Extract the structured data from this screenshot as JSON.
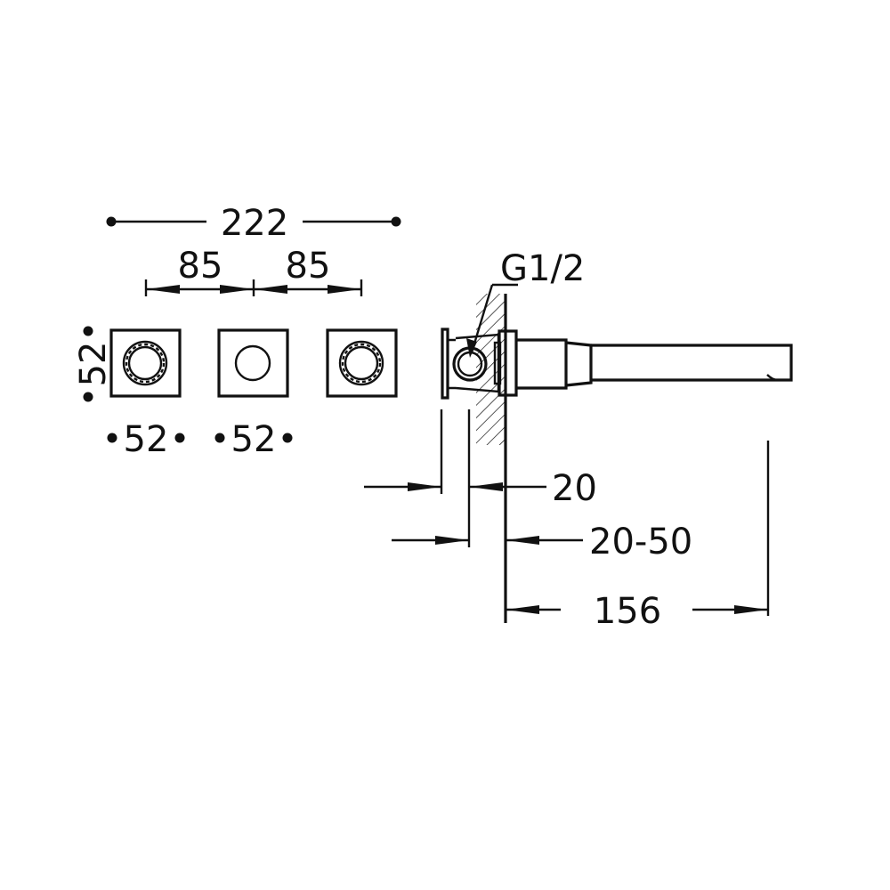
{
  "dimensions": {
    "total_width": "222",
    "spacing_left": "85",
    "spacing_right": "85",
    "plate_height": "52",
    "plate_width_left": "52",
    "plate_width_right": "52",
    "thread": "G1/2",
    "plate_depth": "20",
    "wall_range": "20-50",
    "spout_projection": "156"
  },
  "colors": {
    "line": "#111111",
    "background": "#ffffff"
  }
}
